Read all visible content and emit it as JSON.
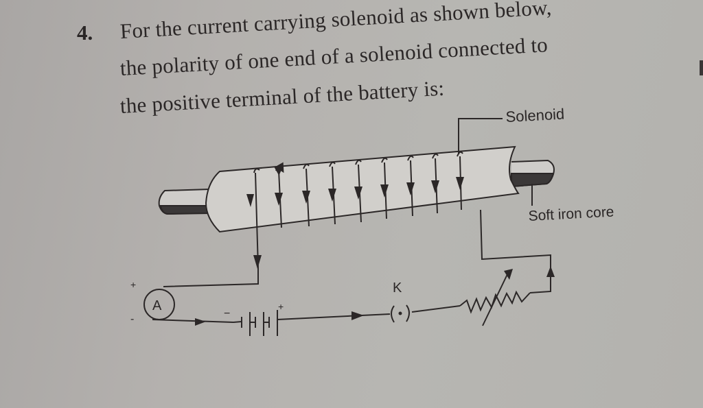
{
  "question": {
    "number": "4.",
    "lines": [
      "For the current carrying solenoid as shown below,",
      "the polarity of one end of a solenoid connected to",
      "the positive terminal of the battery is:"
    ]
  },
  "diagram": {
    "labels": {
      "solenoid": "Solenoid",
      "core": "Soft iron core",
      "ammeter": "A",
      "key": "K",
      "key_symbol": "(•)",
      "ammeter_plus": "+",
      "ammeter_minus": "-",
      "battery_minus": "−",
      "battery_plus": "+"
    },
    "turns": 9
  }
}
